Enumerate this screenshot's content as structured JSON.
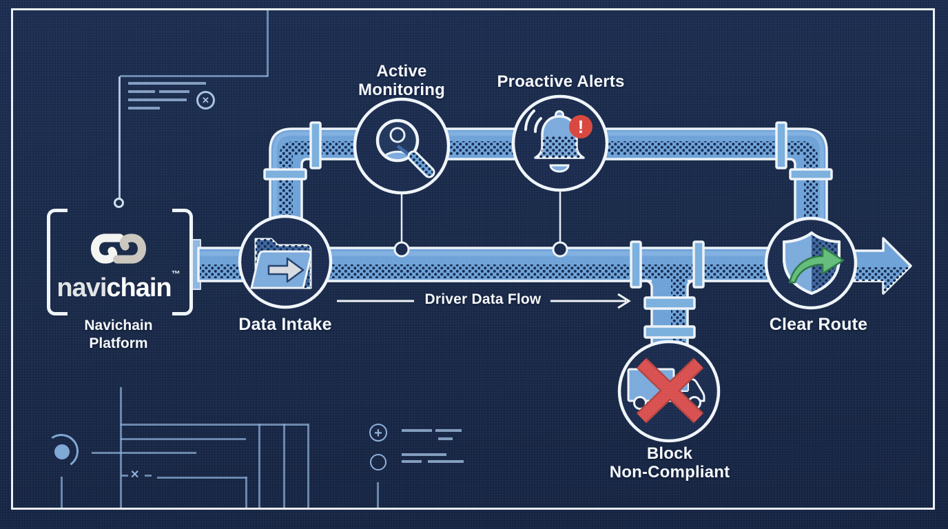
{
  "brand": {
    "wordmark_prefix": "navi",
    "wordmark_suffix": "chain",
    "trademark": "™",
    "platform_caption_line1": "Navichain",
    "platform_caption_line2": "Platform"
  },
  "flow": {
    "label": "Driver Data Flow"
  },
  "nodes": {
    "data_intake": {
      "label": "Data Intake",
      "icon": "folder-arrow-icon"
    },
    "active_monitoring": {
      "label_line1": "Active",
      "label_line2": "Monitoring",
      "icon": "magnifier-person-icon"
    },
    "proactive_alerts": {
      "label": "Proactive Alerts",
      "badge": "!",
      "icon": "bell-alert-icon"
    },
    "block_non_compliant": {
      "label_line1": "Block",
      "label_line2": "Non-Compliant",
      "icon": "blocked-truck-icon"
    },
    "clear_route": {
      "label": "Clear Route",
      "icon": "shield-arrow-icon"
    }
  },
  "colors": {
    "background": "#1a2a4b",
    "pipe_blue": "#6fa3d8",
    "outline_white": "#eef3f8",
    "alert_red": "#d9473f",
    "block_red": "#d95050",
    "route_green": "#65bd7b",
    "logo_gray": "#cbc7bf",
    "blueprint_line": "#8fb0da"
  }
}
